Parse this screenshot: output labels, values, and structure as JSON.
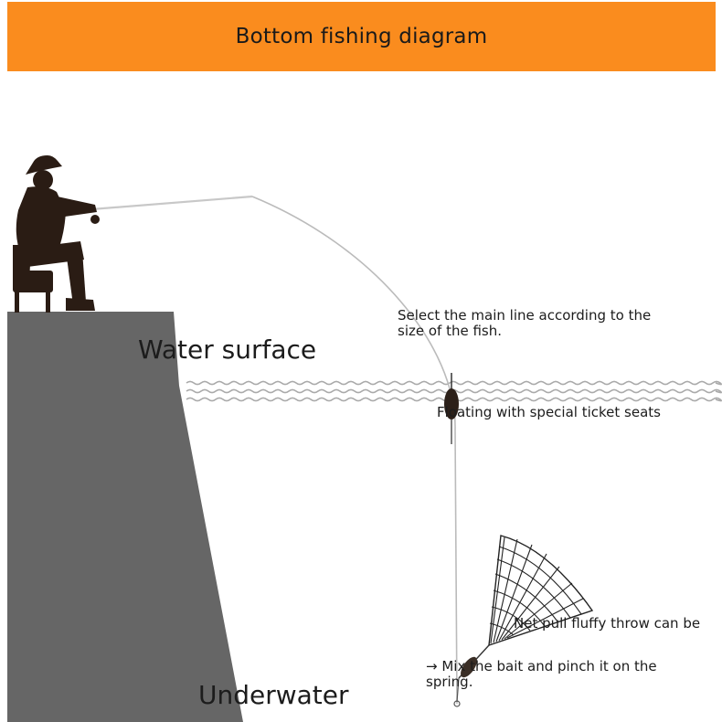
{
  "header": {
    "title": "Bottom fishing diagram",
    "color": "#fa8c1e"
  },
  "labels": {
    "water_surface": "Water surface",
    "underwater": "Underwater",
    "main_line_1": "Select the main line according to the",
    "main_line_2": "size of the fish.",
    "float_seat": "Floating with special ticket seats",
    "net_throw": "Net pull fluffy throw can be",
    "bait_1": "→ Mix the bait and pinch it on the",
    "bait_2": "spring."
  },
  "colors": {
    "pier": "#666666",
    "angler": "#2a1c14",
    "water_line": "#aaaaaa",
    "line": "#bbbbbb"
  },
  "icons": {
    "angler": "angler-silhouette",
    "float": "fishing-float",
    "net": "throw-net",
    "spring": "bait-spring"
  }
}
